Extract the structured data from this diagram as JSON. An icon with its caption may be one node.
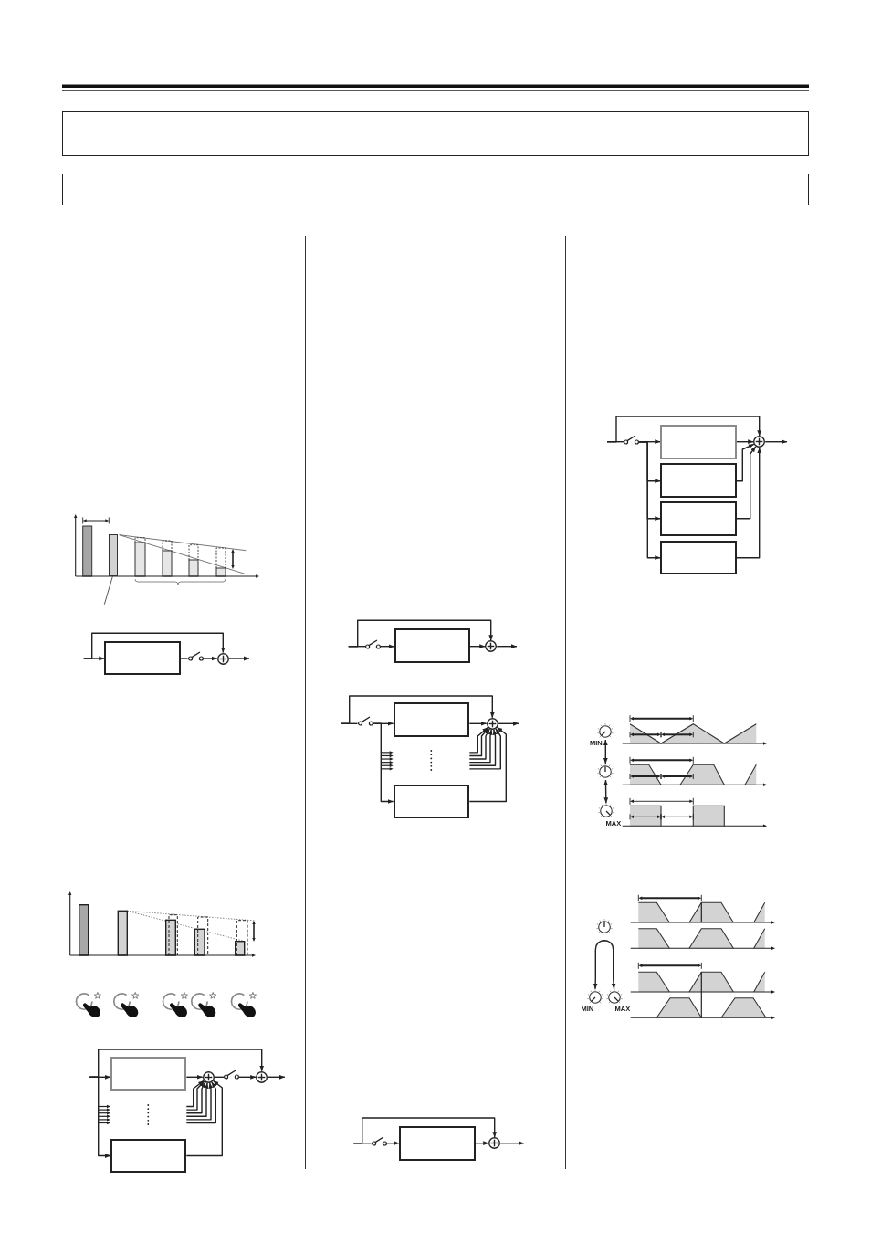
{
  "diagram": {
    "nodes": [
      {
        "text": [],
        "shape": "box"
      },
      {
        "text": [],
        "shape": "box"
      },
      {
        "text": [],
        "shape": "bar"
      },
      {
        "text": [],
        "shape": "box"
      },
      {
        "text": [],
        "shape": "switch"
      },
      {
        "text": [],
        "shape": "circle"
      },
      {
        "text": [],
        "shape": "box"
      },
      {
        "text": [],
        "shape": "box"
      },
      {
        "text": [],
        "shape": "circle"
      },
      {
        "text": [],
        "shape": "switch"
      },
      {
        "text": [],
        "shape": "circle"
      },
      {
        "text": [],
        "shape": "switch"
      },
      {
        "text": [],
        "shape": "box"
      },
      {
        "text": [],
        "shape": "circle"
      },
      {
        "text": [],
        "shape": "switch"
      },
      {
        "text": [],
        "shape": "box"
      },
      {
        "text": [],
        "shape": "box"
      },
      {
        "text": [],
        "shape": "circle"
      },
      {
        "text": [],
        "shape": "switch"
      },
      {
        "text": [],
        "shape": "box"
      },
      {
        "text": [],
        "shape": "circle"
      },
      {
        "text": [],
        "shape": "switch"
      },
      {
        "text": [],
        "shape": "box"
      },
      {
        "text": [],
        "shape": "box"
      },
      {
        "text": [],
        "shape": "box"
      },
      {
        "text": [],
        "shape": "box"
      },
      {
        "text": [],
        "shape": "circle"
      },
      {
        "text": [],
        "shape": "knob",
        "beside": [
          "MIN"
        ]
      },
      {
        "text": [],
        "shape": "knob"
      },
      {
        "text": [],
        "shape": "knob",
        "beside": [
          "MAX"
        ]
      },
      {
        "text": [],
        "shape": "knob"
      },
      {
        "text": [],
        "shape": "knob",
        "beside": [
          "MIN"
        ]
      },
      {
        "text": [],
        "shape": "knob",
        "beside": [
          "MAX"
        ]
      }
    ],
    "edges": [
      {
        "from": null,
        "to": 2,
        "arrow": "none"
      },
      {
        "from": null,
        "to": 3,
        "arrow": "to"
      },
      {
        "from": null,
        "to": 5,
        "arrow": "to"
      },
      {
        "from": 3,
        "to": 4,
        "arrow": "none"
      },
      {
        "from": 4,
        "to": 5,
        "arrow": "to"
      },
      {
        "from": 5,
        "to": null,
        "arrow": "to"
      },
      {
        "from": null,
        "to": 6,
        "arrow": "to"
      },
      {
        "from": null,
        "to": 7,
        "arrow": "to"
      },
      {
        "from": null,
        "to": 10,
        "arrow": "to"
      },
      {
        "from": 6,
        "to": 8,
        "arrow": "to"
      },
      {
        "from": null,
        "to": 8,
        "arrow": "to"
      },
      {
        "from": null,
        "to": 8,
        "arrow": "to"
      },
      {
        "from": null,
        "to": 8,
        "arrow": "to"
      },
      {
        "from": null,
        "to": 8,
        "arrow": "to"
      },
      {
        "from": null,
        "to": 8,
        "arrow": "to"
      },
      {
        "from": null,
        "to": 8,
        "arrow": "to"
      },
      {
        "from": 7,
        "to": 8,
        "arrow": "to"
      },
      {
        "from": 8,
        "to": 9,
        "arrow": "none"
      },
      {
        "from": 9,
        "to": 10,
        "arrow": "to"
      },
      {
        "from": 10,
        "to": null,
        "arrow": "to"
      },
      {
        "from": null,
        "to": 11,
        "arrow": "none"
      },
      {
        "from": null,
        "to": 13,
        "arrow": "to"
      },
      {
        "from": 11,
        "to": 12,
        "arrow": "to"
      },
      {
        "from": 12,
        "to": 13,
        "arrow": "to"
      },
      {
        "from": 13,
        "to": null,
        "arrow": "to"
      },
      {
        "from": null,
        "to": 14,
        "arrow": "none"
      },
      {
        "from": null,
        "to": 17,
        "arrow": "to"
      },
      {
        "from": 14,
        "to": 15,
        "arrow": "to"
      },
      {
        "from": 14,
        "to": 16,
        "arrow": "to"
      },
      {
        "from": 15,
        "to": 17,
        "arrow": "to"
      },
      {
        "from": null,
        "to": 17,
        "arrow": "to"
      },
      {
        "from": null,
        "to": 17,
        "arrow": "to"
      },
      {
        "from": null,
        "to": 17,
        "arrow": "to"
      },
      {
        "from": null,
        "to": 17,
        "arrow": "to"
      },
      {
        "from": null,
        "to": 17,
        "arrow": "to"
      },
      {
        "from": null,
        "to": 17,
        "arrow": "to"
      },
      {
        "from": 16,
        "to": 17,
        "arrow": "to"
      },
      {
        "from": 17,
        "to": null,
        "arrow": "to"
      },
      {
        "from": null,
        "to": 18,
        "arrow": "none"
      },
      {
        "from": null,
        "to": 20,
        "arrow": "to"
      },
      {
        "from": 18,
        "to": 19,
        "arrow": "to"
      },
      {
        "from": 19,
        "to": 20,
        "arrow": "to"
      },
      {
        "from": 20,
        "to": null,
        "arrow": "to"
      },
      {
        "from": null,
        "to": 21,
        "arrow": "none"
      },
      {
        "from": null,
        "to": 26,
        "arrow": "to"
      },
      {
        "from": 21,
        "to": 22,
        "arrow": "to"
      },
      {
        "from": 21,
        "to": 23,
        "arrow": "to"
      },
      {
        "from": 21,
        "to": 24,
        "arrow": "to"
      },
      {
        "from": 21,
        "to": 25,
        "arrow": "to"
      },
      {
        "from": 22,
        "to": 26,
        "arrow": "to"
      },
      {
        "from": 23,
        "to": 26,
        "arrow": "to"
      },
      {
        "from": 24,
        "to": 26,
        "arrow": "to"
      },
      {
        "from": 25,
        "to": 26,
        "arrow": "to"
      },
      {
        "from": 26,
        "to": null,
        "arrow": "to"
      },
      {
        "from": 27,
        "to": 28,
        "arrow": "both"
      },
      {
        "from": 28,
        "to": 29,
        "arrow": "both"
      },
      {
        "from": 31,
        "to": 32,
        "arrow": "both"
      }
    ]
  }
}
